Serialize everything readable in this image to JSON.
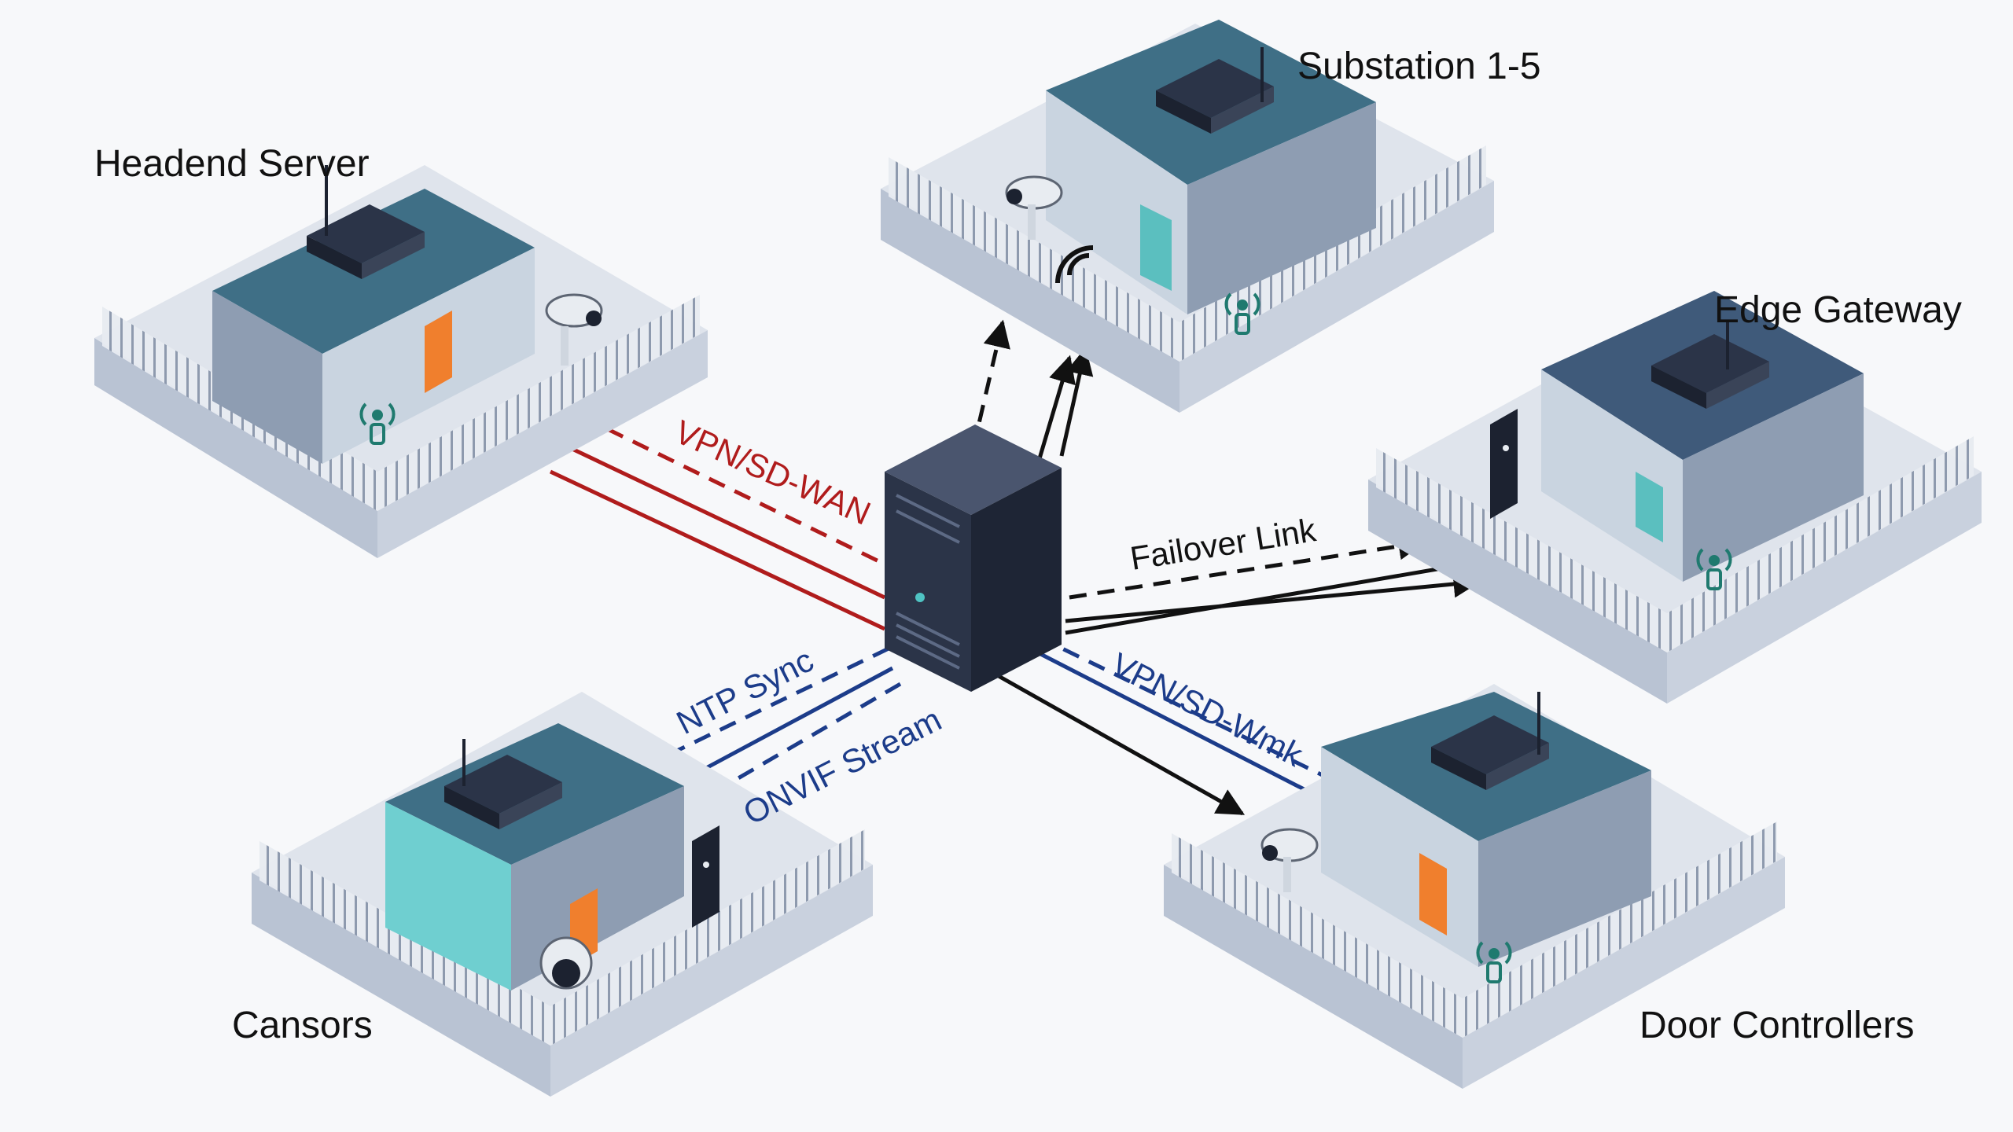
{
  "sites": {
    "headend": {
      "label": "Headend Server"
    },
    "substation": {
      "label": "Substation 1-5"
    },
    "edge": {
      "label": "Edge Gateway"
    },
    "sensors": {
      "label": "Cansors"
    },
    "doors": {
      "label": "Door Controllers"
    }
  },
  "links": {
    "vpn_sdwan_top": {
      "label": "VPN/SD-WAN",
      "color": "#b01c1c"
    },
    "failover": {
      "label": "Failover Link",
      "color": "#111111"
    },
    "ntp": {
      "label": "NTP Sync",
      "color": "#1c3c8a"
    },
    "onvif": {
      "label": "ONVIF Stream",
      "color": "#1c3c8a"
    },
    "vpn_sdwan_bottom": {
      "label": "VPN/SD-Wmk",
      "color": "#1c3c8a"
    }
  },
  "colors": {
    "roof": "#3f6f86",
    "wall_light": "#c9d4e0",
    "wall_dark": "#8e9db2",
    "ground": "#dfe4ec",
    "fence": "#9aa6bb",
    "server": "#2b3448",
    "orange_door": "#f07f2d",
    "teal_door": "#5bbfbf"
  }
}
